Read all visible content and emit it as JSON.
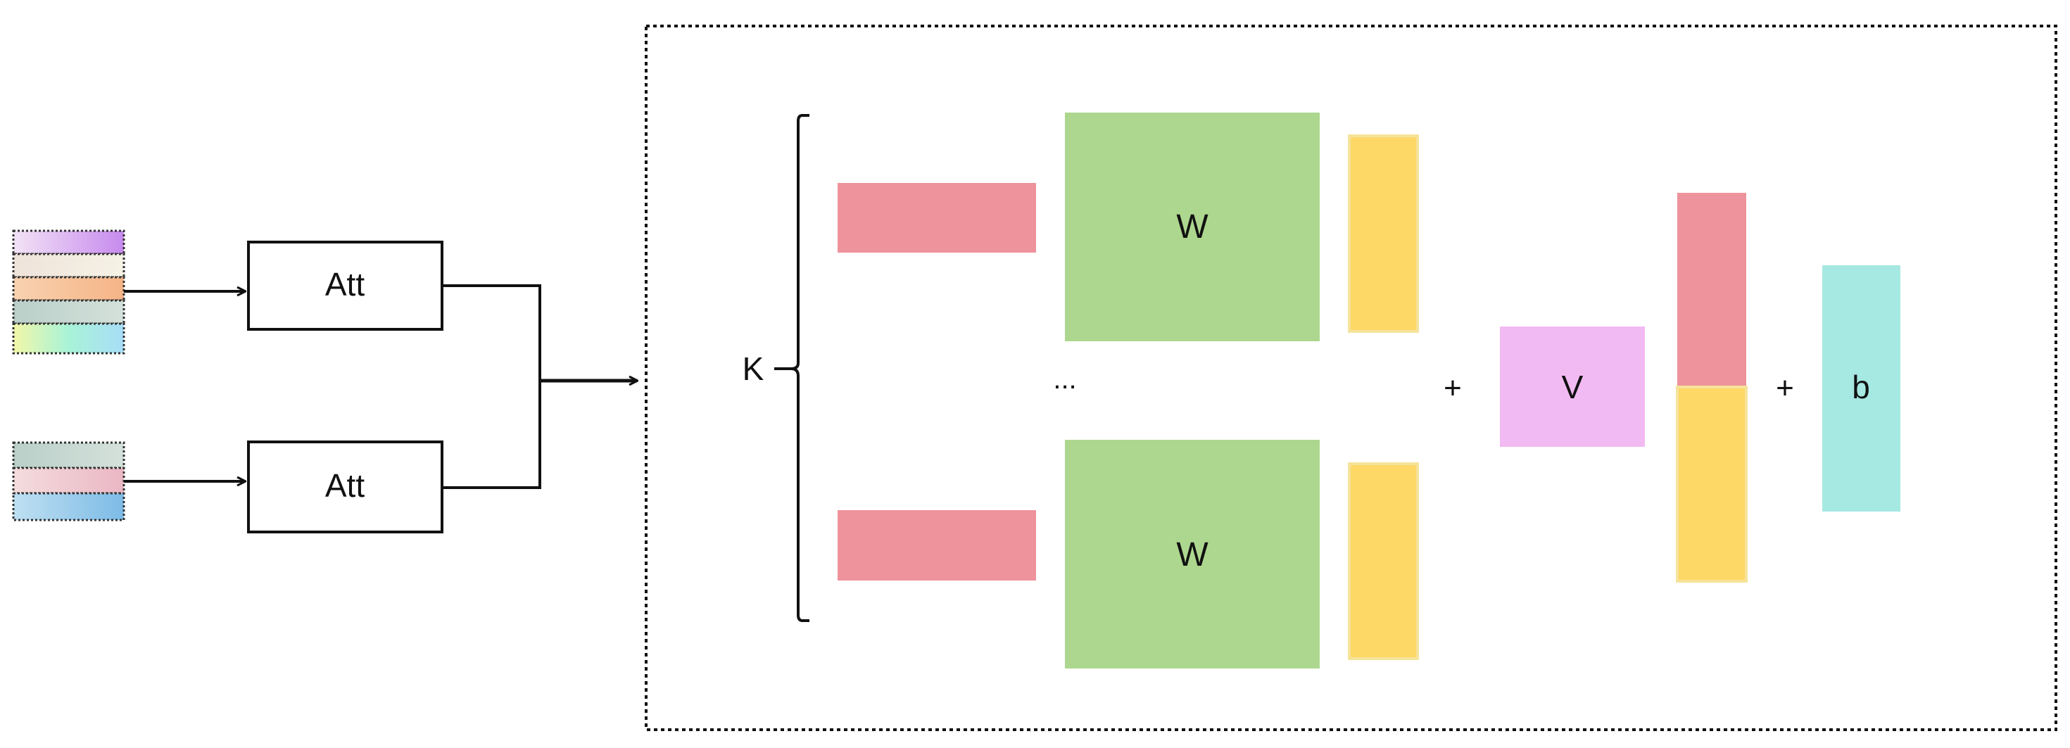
{
  "blocks": {
    "att_top": "Att",
    "att_bottom": "Att",
    "k": "K",
    "w_top": "W",
    "ellipsis": "...",
    "w_bottom": "W",
    "plus_1": "+",
    "v": "V",
    "plus_2": "+",
    "b": "b"
  },
  "colors": {
    "red": "#EE939B",
    "green": "#ADD78E",
    "yellow": "#FDD866",
    "pink": "#F2BAF2",
    "teal": "#A6E8E2"
  },
  "input_stacks": {
    "top": [
      "#D9A5EE",
      "#F3EEE4",
      "#F6C79F",
      "#C7D8D1",
      "#B4F2E0"
    ],
    "bottom": [
      "#C9D8D2",
      "#F0CBCF",
      "#9FCDEB"
    ]
  }
}
